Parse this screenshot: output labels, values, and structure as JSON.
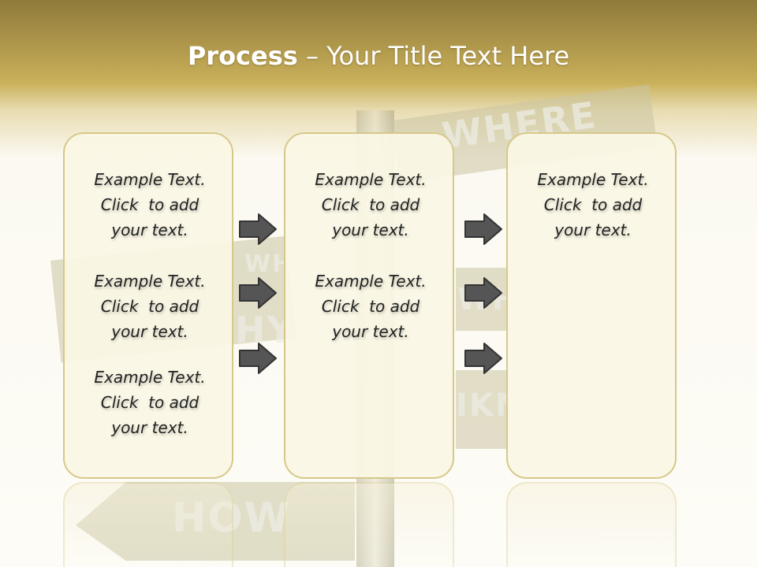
{
  "slide": {
    "title_bold": "Process",
    "title_rest": " – Your Title Text Here"
  },
  "background_words": [
    "WHERE",
    "WH",
    "HY",
    "WH",
    "IKN",
    "HOW"
  ],
  "columns": [
    {
      "blocks": [
        {
          "line1": "Example Text.",
          "line2": "Click  to add",
          "line3": "your text."
        },
        {
          "line1": "Example Text.",
          "line2": "Click  to add",
          "line3": "your text."
        },
        {
          "line1": "Example Text.",
          "line2": "Click  to add",
          "line3": "your text."
        }
      ]
    },
    {
      "blocks": [
        {
          "line1": "Example Text.",
          "line2": "Click  to add",
          "line3": "your text."
        },
        {
          "line1": "Example Text.",
          "line2": "Click  to add",
          "line3": "your text."
        }
      ]
    },
    {
      "blocks": [
        {
          "line1": "Example Text.",
          "line2": "Click  to add",
          "line3": "your text."
        }
      ]
    }
  ],
  "colors": {
    "header_gold": "#c9b05a",
    "card_border": "#d6c88a",
    "card_fill": "#faf6e4",
    "arrow_fill": "#555555"
  },
  "icons": [
    "arrow-right-icon"
  ]
}
